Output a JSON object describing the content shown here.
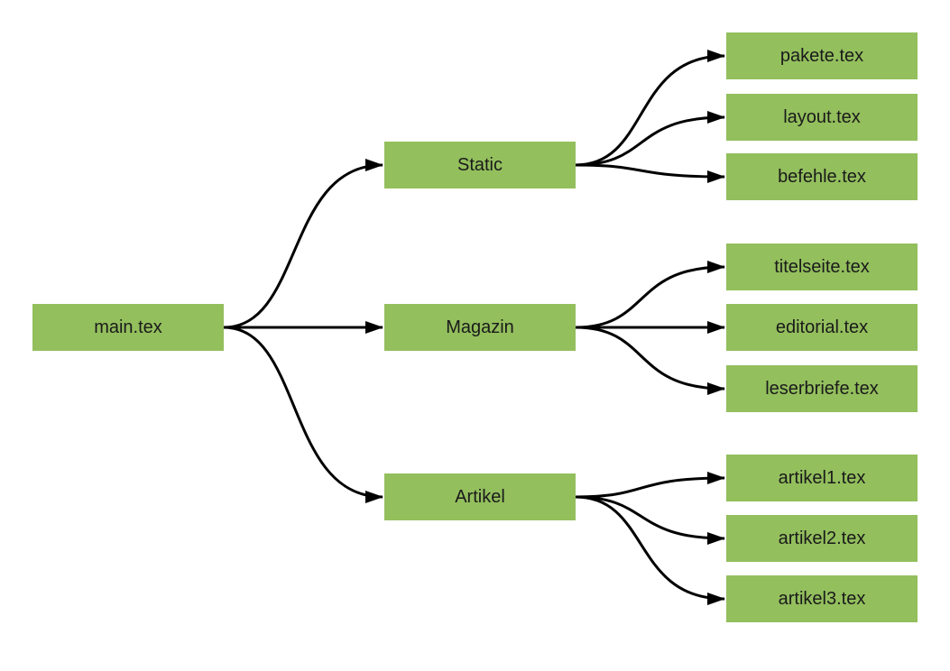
{
  "colors": {
    "node_fill": "#93bf5d",
    "edge": "#000000",
    "text": "#1a1a1a",
    "background": "#ffffff"
  },
  "nodes": {
    "main": "main.tex",
    "static": "Static",
    "magazin": "Magazin",
    "artikel": "Artikel",
    "pakete": "pakete.tex",
    "layout": "layout.tex",
    "befehle": "befehle.tex",
    "titelseite": "titelseite.tex",
    "editorial": "editorial.tex",
    "leserbriefe": "leserbriefe.tex",
    "artikel1": "artikel1.tex",
    "artikel2": "artikel2.tex",
    "artikel3": "artikel3.tex"
  },
  "edges": [
    [
      "main",
      "static"
    ],
    [
      "main",
      "magazin"
    ],
    [
      "main",
      "artikel"
    ],
    [
      "static",
      "pakete"
    ],
    [
      "static",
      "layout"
    ],
    [
      "static",
      "befehle"
    ],
    [
      "magazin",
      "titelseite"
    ],
    [
      "magazin",
      "editorial"
    ],
    [
      "magazin",
      "leserbriefe"
    ],
    [
      "artikel",
      "artikel1"
    ],
    [
      "artikel",
      "artikel2"
    ],
    [
      "artikel",
      "artikel3"
    ]
  ]
}
